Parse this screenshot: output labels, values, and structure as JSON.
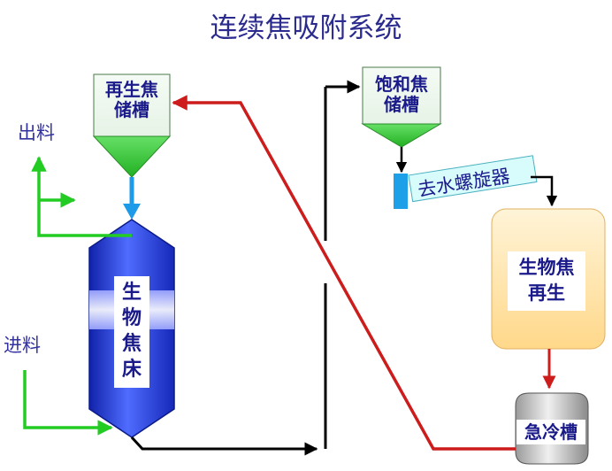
{
  "title": "连续焦吸附系统",
  "labels": {
    "output": "出料",
    "input": "进料"
  },
  "units": {
    "regen_tank": [
      "再生焦",
      "储槽"
    ],
    "bed": [
      "生",
      "物",
      "焦",
      "床"
    ],
    "saturated_tank": [
      "饱和焦",
      "储槽"
    ],
    "dewater": "去水螺旋器",
    "regenerator": [
      "生物焦",
      "再生"
    ],
    "quench": "急冷槽"
  },
  "colors": {
    "return_line": "#cc1c1c",
    "output_line": "#22cc22",
    "input_line": "#22cc22",
    "feed_arrow": "#1e9be8",
    "transport_line": "#000000",
    "bed_blue": "#2233dd",
    "hopper_green": "#33cc33",
    "regenerator_fill": "#ffe0a0",
    "text_blue": "#1a1a8a"
  }
}
